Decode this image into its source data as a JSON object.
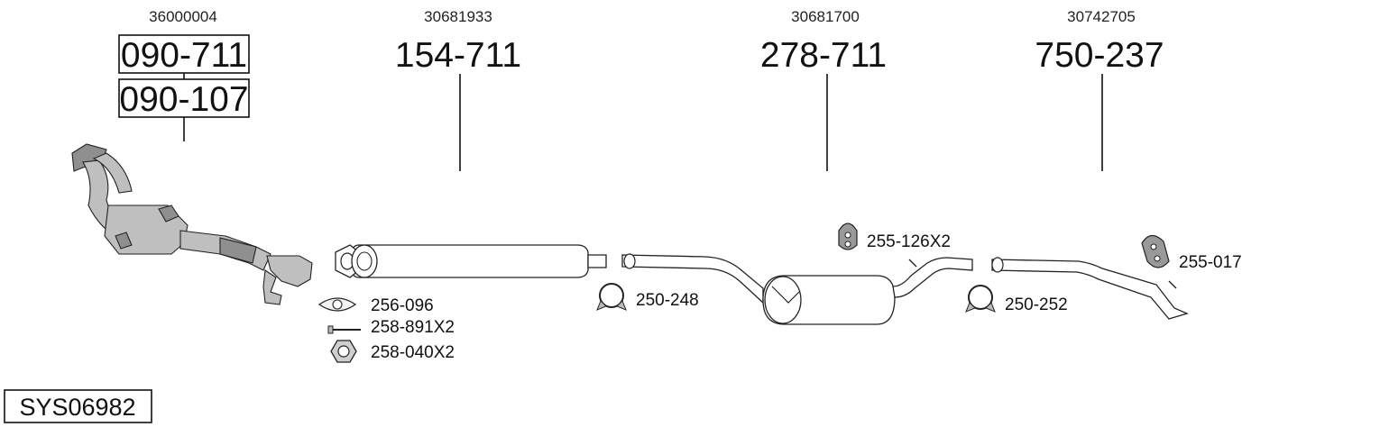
{
  "diagram": {
    "system_code": "SYS06982",
    "components": [
      {
        "oem_number": "36000004",
        "part_numbers": [
          "090-711",
          "090-107"
        ],
        "name_hint": "catalytic-converter"
      },
      {
        "oem_number": "30681933",
        "part_numbers": [
          "154-711"
        ],
        "name_hint": "front-silencer"
      },
      {
        "oem_number": "30681700",
        "part_numbers": [
          "278-711"
        ],
        "name_hint": "middle-silencer"
      },
      {
        "oem_number": "30742705",
        "part_numbers": [
          "750-237"
        ],
        "name_hint": "tail-pipe"
      }
    ],
    "accessories": [
      {
        "label": "256-096",
        "icon": "gasket-icon"
      },
      {
        "label": "258-891X2",
        "icon": "bolt-icon"
      },
      {
        "label": "258-040X2",
        "icon": "nut-icon"
      },
      {
        "label": "250-248",
        "icon": "clamp-icon"
      },
      {
        "label": "255-126X2",
        "icon": "rubber-hanger-icon"
      },
      {
        "label": "250-252",
        "icon": "clamp-icon"
      },
      {
        "label": "255-017",
        "icon": "rubber-hanger-icon"
      }
    ]
  }
}
